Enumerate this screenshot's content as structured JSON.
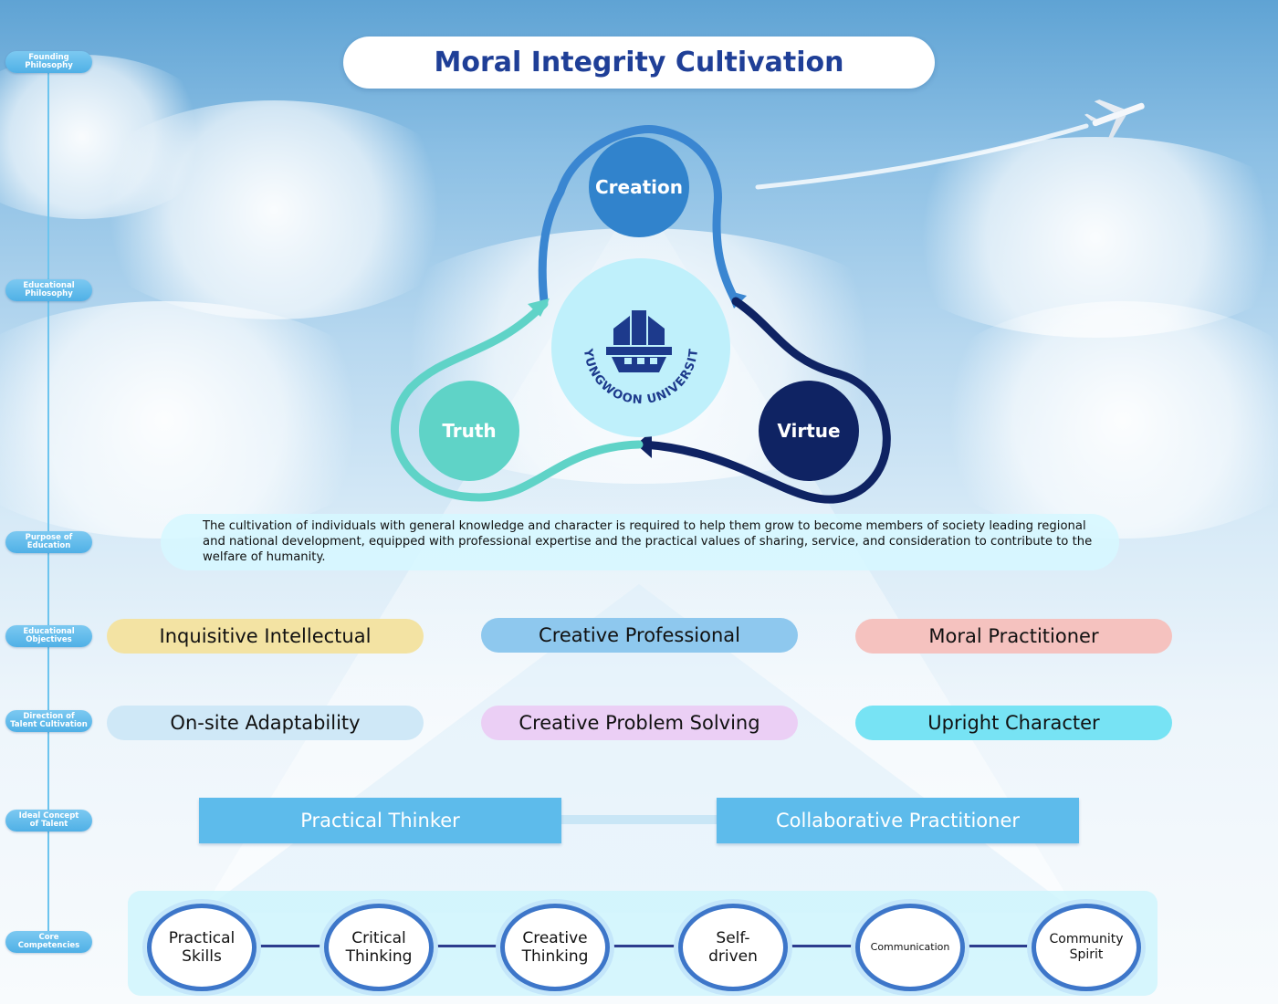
{
  "title": "Moral Integrity Cultivation",
  "side_labels": [
    "Founding\nPhilosophy",
    "Educational\nPhilosophy",
    "Purpose of\nEducation",
    "Educational\nObjectives",
    "Direction of\nTalent Cultivation",
    "Ideal Concept\nof Talent",
    "Core\nCompetencies"
  ],
  "philosophy": {
    "top": "Creation",
    "left": "Truth",
    "right": "Virtue",
    "logo_text": "KYUNGWOON UNIVERSITY"
  },
  "purpose_text": "The cultivation of individuals with general knowledge and character is required to help them grow to become members of society leading regional and national development, equipped with professional expertise and the practical values of sharing, service, and consideration to contribute to the welfare of humanity.",
  "objectives": [
    "Inquisitive Intellectual",
    "Creative Professional",
    "Moral Practitioner"
  ],
  "directions": [
    "On-site Adaptability",
    "Creative Problem Solving",
    "Upright Character"
  ],
  "ideal": [
    "Practical Thinker",
    "Collaborative Practitioner"
  ],
  "competencies": [
    "Practical\nSkills",
    "Critical\nThinking",
    "Creative\nThinking",
    "Self-\ndriven",
    "Communication",
    "Community\nSpirit"
  ],
  "colors": {
    "title_text": "#1f3f97",
    "creation": "#3183cc",
    "truth": "#5fd3c7",
    "virtue": "#0f2363",
    "obj_1": "#f3e3a3",
    "obj_2": "#8ec8ee",
    "obj_3": "#f5c2bf",
    "dir_1": "#cfe8f7",
    "dir_2": "#ebcff5",
    "dir_3": "#77e3f4",
    "ideal": "#5dbbeb"
  }
}
